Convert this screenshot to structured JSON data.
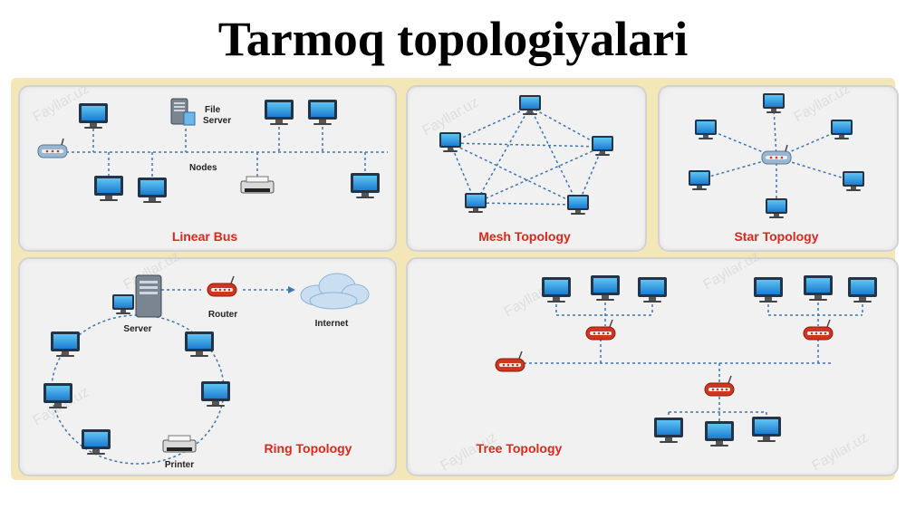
{
  "title": "Tarmoq topologiyalari",
  "colors": {
    "link": "#3f74b6",
    "label": "#e0261c",
    "frame": "#f3e7b8",
    "panel": "#f1f1f1"
  },
  "watermark": "Fayllar.uz",
  "panels": {
    "bus": {
      "label": "Linear Bus",
      "file_server": "File",
      "file_server2": "Server",
      "nodes": "Nodes"
    },
    "mesh": {
      "label": "Mesh Topology"
    },
    "star": {
      "label": "Star Topology"
    },
    "ring": {
      "label": "Ring Topology",
      "server": "Server",
      "router": "Router",
      "internet": "Internet",
      "printer": "Printer"
    },
    "tree": {
      "label": "Tree Topology"
    }
  }
}
